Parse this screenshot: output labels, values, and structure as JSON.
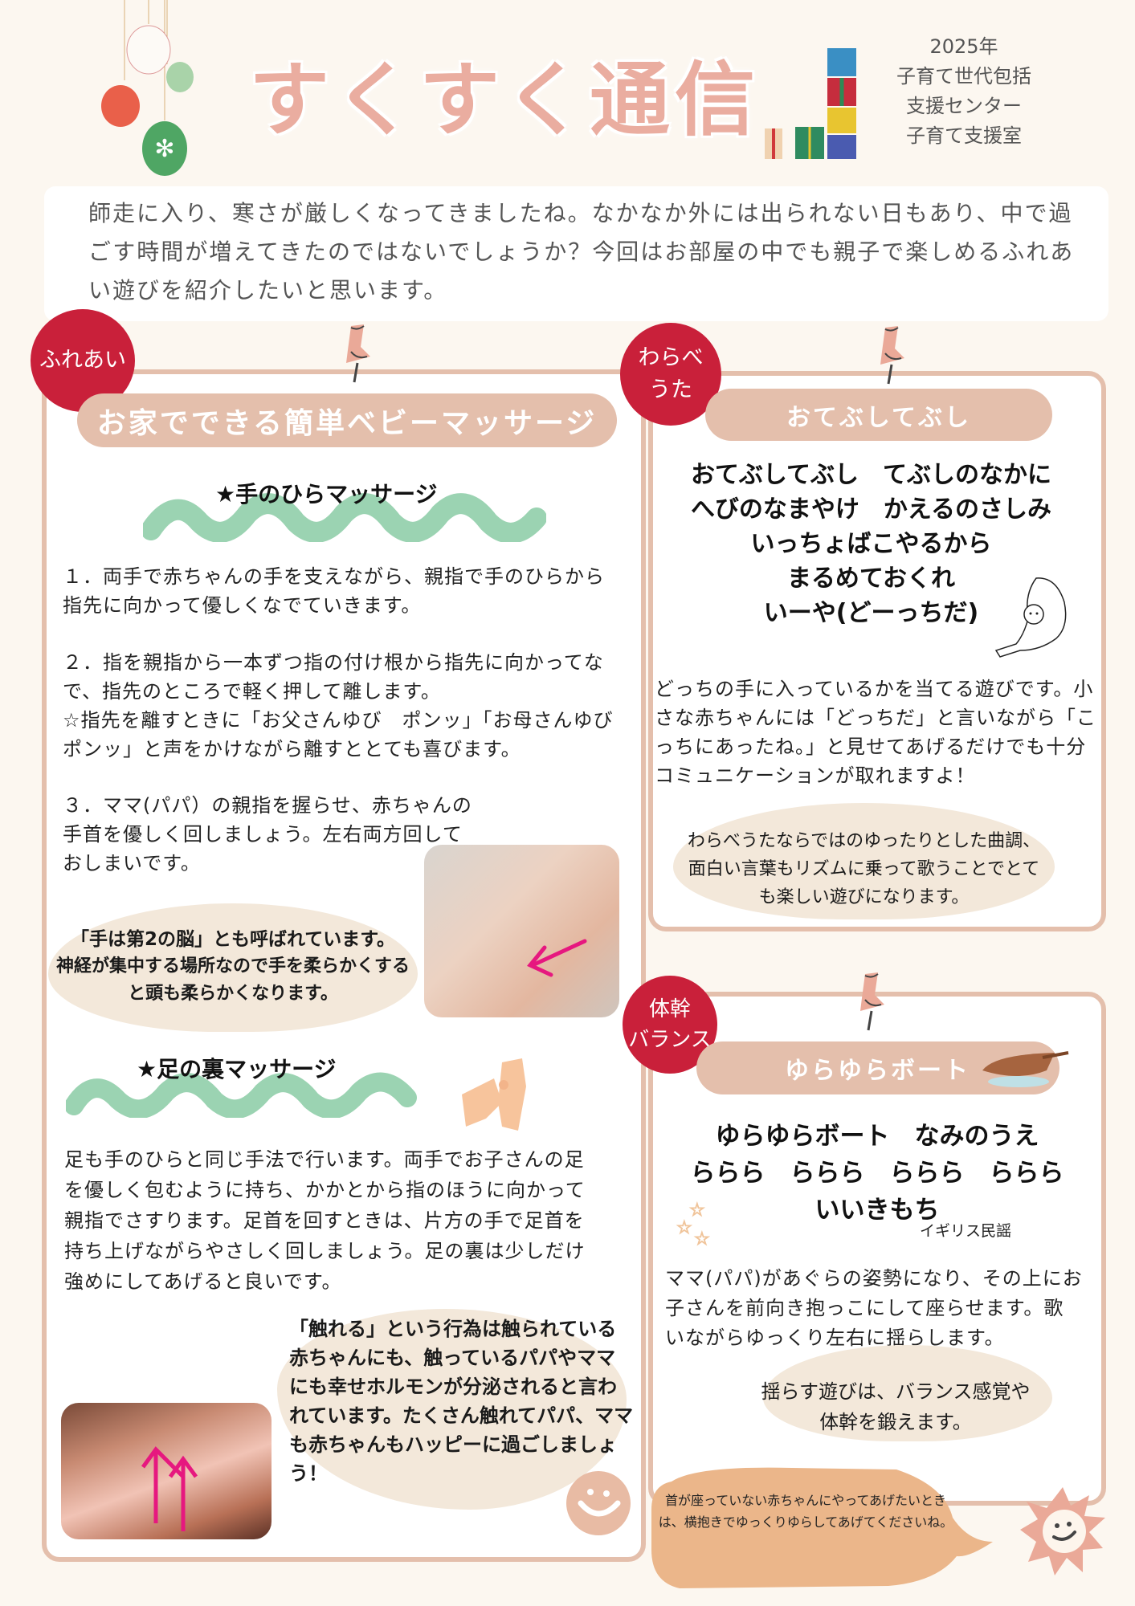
{
  "header": {
    "title": "すくすく通信",
    "year": "2025年",
    "org_line1": "子育て世代包括",
    "org_line2": "支援センター",
    "org_line3": "子育て支援室"
  },
  "intro": {
    "text": "師走に入り、寒さが厳しくなってきましたね。なかなか外には出られない日もあり、中で過ごす時間が増えてきたのではないでしょうか？今回はお部屋の中でも親子で楽しめるふれあい遊びを紹介したいと思います。"
  },
  "massage_section": {
    "label": "ふれあい",
    "title": "お家でできる簡単ベビーマッサージ",
    "hand": {
      "heading": "★手のひらマッサージ",
      "step1": "１．両手で赤ちゃんの手を支えながら、親指で手のひらから指先に向かって優しくなでていきます。",
      "step2": "２．指を親指から一本ずつ指の付け根から指先に向かってなで、指先のところで軽く押して離します。",
      "step2_tip": "☆指先を離すときに「お父さんゆび　ポンッ」「お母さんゆび　ポンッ」と声をかけながら離すととても喜びます。",
      "step3": "３．ママ(パパ）の親指を握らせ、赤ちゃんの手首を優しく回しましょう。左右両方回しておしまいです。",
      "note_line1": "「手は第2の脳」とも呼ばれています。",
      "note_line2": "神経が集中する場所なので手を柔らかくする",
      "note_line3": "と頭も柔らかくなります。"
    },
    "foot": {
      "heading": "★足の裏マッサージ",
      "text": "足も手のひらと同じ手法で行います。両手でお子さんの足を優しく包むように持ち、かかとから指のほうに向かって親指でさすります。足首を回すときは、片方の手で足首を持ち上げながらやさしく回しましょう。足の裏は少しだけ強めにしてあげると良いです。",
      "note": "「触れる」という行為は触られている赤ちゃんにも、触っているパパやママにも幸せホルモンが分泌されると言われています。たくさん触れてパパ、ママも赤ちゃんもハッピーに過ごしましょう！"
    }
  },
  "warabeuta_section": {
    "label_line1": "わらべ",
    "label_line2": "うた",
    "title": "おてぶしてぶし",
    "lyrics": [
      "おてぶしてぶし　てぶしのなかに",
      "へびのなまやけ　かえるのさしみ",
      "いっちょばこやるから",
      "まるめておくれ",
      "いーや(どーっちだ)"
    ],
    "description": "どっちの手に入っているかを当てる遊びです。小さな赤ちゃんには「どっちだ」と言いながら「こっちにあったね。」と見せてあげるだけでも十分コミュニケーションが取れますよ！",
    "note": "わらべうたならではのゆったりとした曲調、面白い言葉もリズムに乗って歌うことでとても楽しい遊びになります。"
  },
  "balance_section": {
    "label_line1": "体幹",
    "label_line2": "バランス",
    "title": "ゆらゆらボート",
    "lyrics": [
      "ゆらゆらボート　なみのうえ",
      "ららら　ららら　ららら　ららら",
      "いいきもち"
    ],
    "credit": "イギリス民謡",
    "description": "ママ(パパ)があぐらの姿勢になり、その上にお子さんを前向き抱っこにして座らせます。歌いながらゆっくり左右に揺らします。",
    "note_line1": "揺らす遊びは、バランス感覚や",
    "note_line2": "体幹を鍛えます。",
    "bubble": "首が座っていない赤ちゃんにやってあげたいときは、横抱きでゆっくりゆらしてあげてくださいね。"
  },
  "colors": {
    "background": "#fcf7f0",
    "accent_red": "#c9203a",
    "panel_border": "#e4bfac",
    "title_pink": "#eaada0",
    "wave_green": "#9bd3b2",
    "cloud_beige": "#f3e8da",
    "bubble_orange": "#ebb68a"
  }
}
